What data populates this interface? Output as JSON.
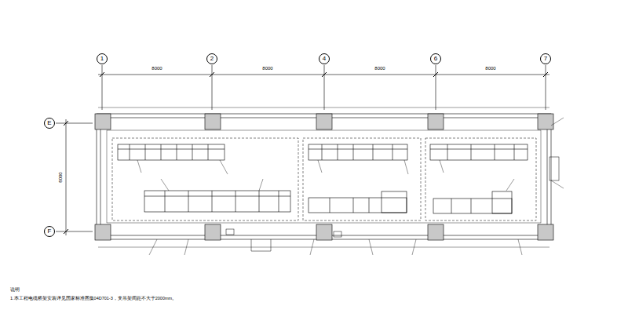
{
  "diagram": {
    "nodes": [
      {
        "text": [
          "1"
        ]
      },
      {
        "text": [
          "2"
        ]
      },
      {
        "text": [
          "4"
        ]
      },
      {
        "text": [
          "6"
        ]
      },
      {
        "text": [
          "7"
        ]
      },
      {
        "text": [
          "E"
        ]
      },
      {
        "text": [
          "F"
        ]
      }
    ],
    "labels": [
      "8000",
      "8000",
      "8000",
      "8000",
      "8000",
      "说明",
      "1.本工程电缆桥架安装详见国家标准图集04D701-3，支吊架间距不大于2000mm。"
    ]
  }
}
